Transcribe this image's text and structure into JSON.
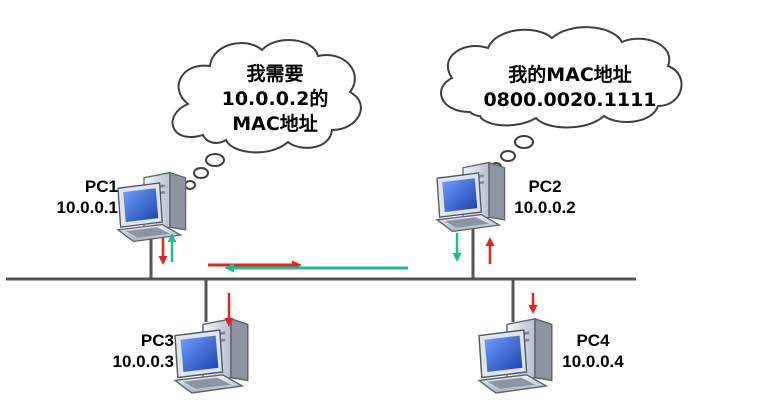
{
  "clouds": {
    "request": {
      "line1": "我需要",
      "line2": "10.0.0.2的",
      "line3": "MAC地址"
    },
    "reply": {
      "line1": "我的MAC地址",
      "line2": "0800.0020.1111"
    }
  },
  "hosts": [
    {
      "name": "PC1",
      "ip": "10.0.0.1"
    },
    {
      "name": "PC2",
      "ip": "10.0.0.2"
    },
    {
      "name": "PC3",
      "ip": "10.0.0.3"
    },
    {
      "name": "PC4",
      "ip": "10.0.0.4"
    }
  ],
  "colors": {
    "request_arrow": "#e8231f",
    "reply_arrow": "#19c28c",
    "bus_line": "#555555",
    "monitor_screen": "#2f5fd0"
  }
}
